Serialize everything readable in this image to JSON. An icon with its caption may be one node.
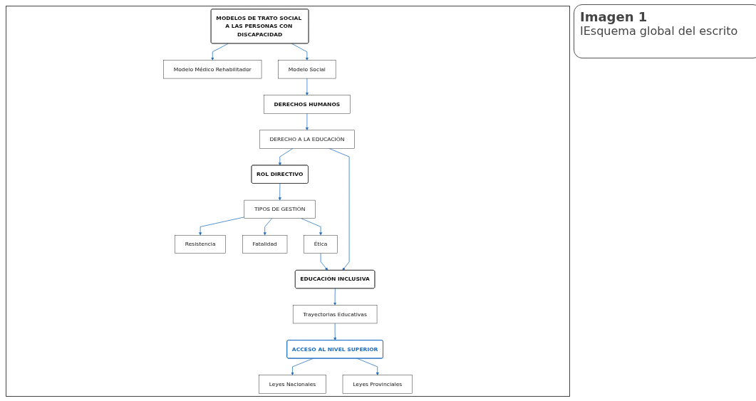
{
  "diagram": {
    "title": "Imagen 1",
    "caption": "IEsquema global del escrito",
    "nodes": [
      {
        "text": [
          "MODELOS DE TRATO SOCIAL A LAS PERSONAS CON DISCAPACIDAD"
        ]
      },
      {
        "text": [
          "Modelo Médico Rehabilitador"
        ]
      },
      {
        "text": [
          "Modelo Social"
        ]
      },
      {
        "text": [
          "DERECHOS HUMANOS"
        ]
      },
      {
        "text": [
          "DERECHO A LA EDUCACIÓN"
        ]
      },
      {
        "text": [
          "ROL DIRECTIVO"
        ]
      },
      {
        "text": [
          "EDUCACIÓN INCLUSIVA"
        ]
      },
      {
        "text": [
          "TIPOS DE GESTIÓN"
        ]
      },
      {
        "text": [
          "Trayectorias Educativas"
        ]
      },
      {
        "text": [
          "Resistencia"
        ]
      },
      {
        "text": [
          "Ética"
        ]
      },
      {
        "text": [
          "ACCESO AL NIVEL SUPERIOR"
        ]
      },
      {
        "text": [
          "Fatalidad"
        ]
      },
      {
        "text": [
          "Leyes Nacionales"
        ]
      },
      {
        "text": [
          "Leyes Provinciales"
        ]
      }
    ],
    "edges": [
      {
        "from": 0,
        "to": 1,
        "arrow": "to"
      },
      {
        "from": 0,
        "to": 2,
        "arrow": "to"
      },
      {
        "from": 2,
        "to": 3,
        "arrow": "to"
      },
      {
        "from": 3,
        "to": 4,
        "arrow": "to"
      },
      {
        "from": 4,
        "to": 5,
        "arrow": "to"
      },
      {
        "from": 4,
        "to": 6,
        "arrow": "to"
      },
      {
        "from": 5,
        "to": 7,
        "arrow": "to"
      },
      {
        "from": 7,
        "to": 9,
        "arrow": "to"
      },
      {
        "from": 7,
        "to": 12,
        "arrow": "to"
      },
      {
        "from": 7,
        "to": 10,
        "arrow": "to"
      },
      {
        "from": 10,
        "to": 6,
        "arrow": "to"
      },
      {
        "from": 6,
        "to": 8,
        "arrow": "to"
      },
      {
        "from": 8,
        "to": 11,
        "arrow": "to"
      },
      {
        "from": 11,
        "to": 13,
        "arrow": "to"
      },
      {
        "from": 11,
        "to": 14,
        "arrow": "to"
      }
    ]
  }
}
